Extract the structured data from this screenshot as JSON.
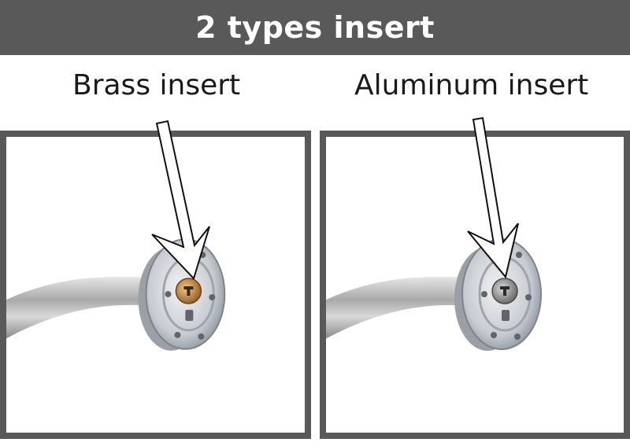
{
  "banner": {
    "title": "2 types insert"
  },
  "panels": [
    {
      "caption": "Brass insert",
      "insert_color": "#c08a4a"
    },
    {
      "caption": "Aluminum insert",
      "insert_color": "#8e8e8e"
    }
  ],
  "colors": {
    "banner_bg": "#595959",
    "frame_border": "#595959"
  }
}
